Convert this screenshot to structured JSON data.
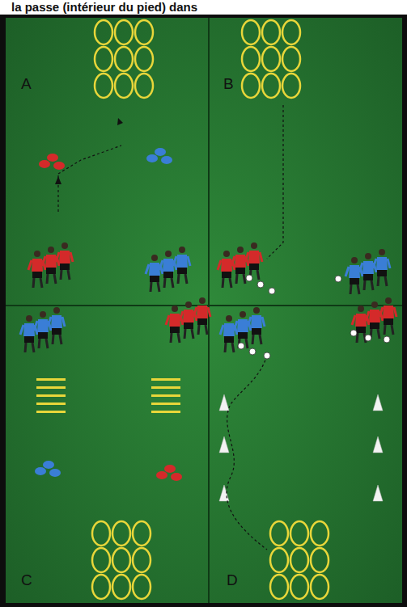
{
  "diagram": {
    "title": "la passe (intérieur du pied) dans",
    "labels": [
      "A",
      "B",
      "C",
      "D"
    ]
  }
}
